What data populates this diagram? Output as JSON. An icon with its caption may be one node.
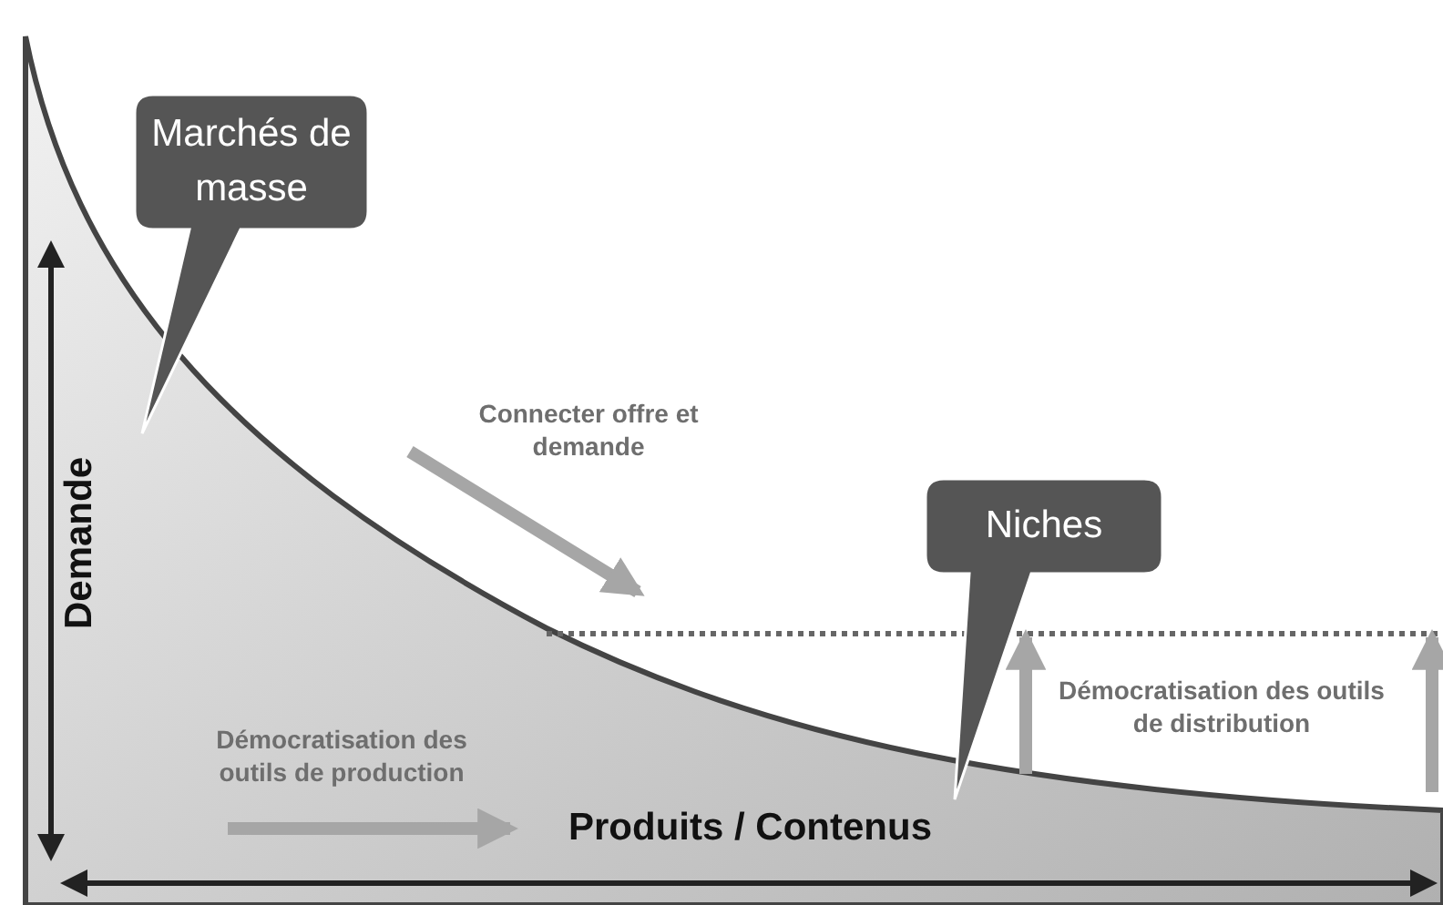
{
  "diagram": {
    "nodes": [
      {
        "text": [
          "Marchés de masse"
        ]
      },
      {
        "text": [
          "Niches"
        ]
      }
    ],
    "labels": [
      "Connecter offre et demande",
      "Démocratisation des outils de production",
      "Démocratisation des outils de distribution",
      "Demande",
      "Produits / Contenus"
    ]
  }
}
